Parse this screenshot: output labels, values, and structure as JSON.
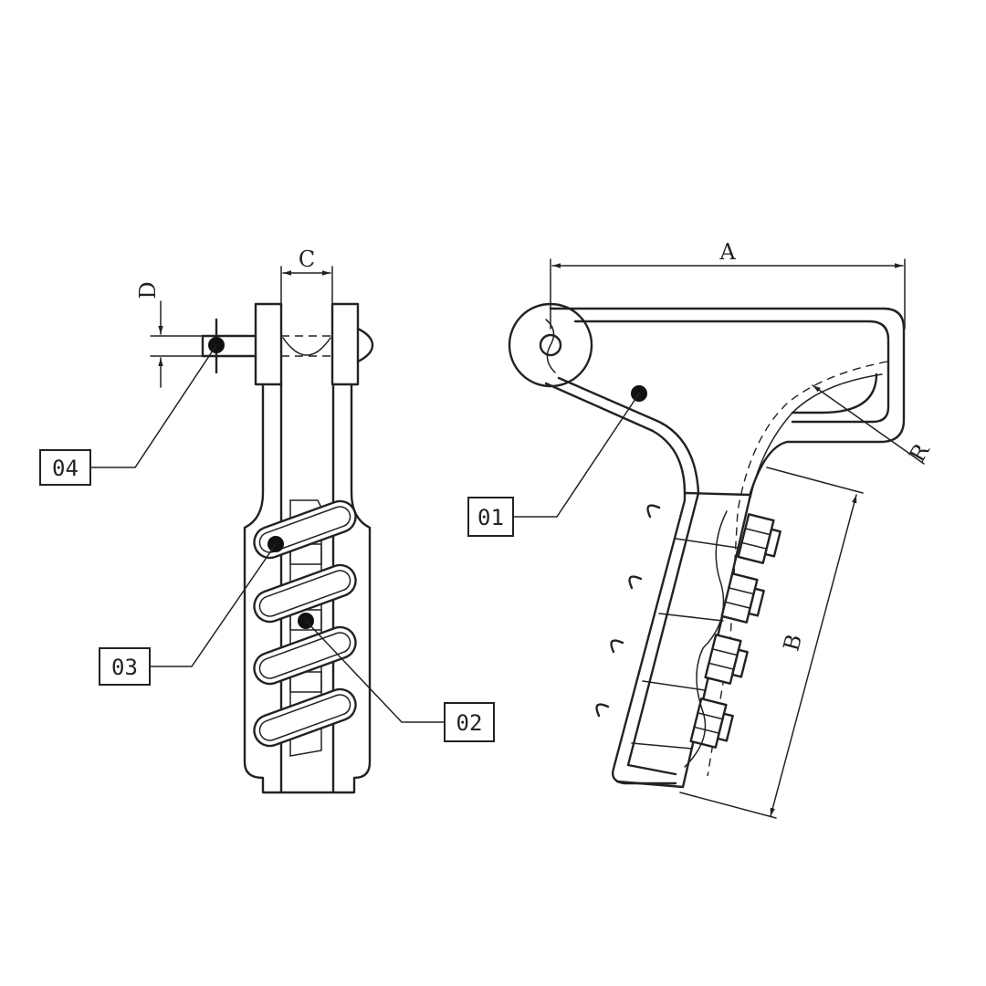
{
  "dimensions": {
    "a": "A",
    "b": "B",
    "c": "C",
    "d": "D",
    "r": "R"
  },
  "callouts": [
    {
      "label": "01"
    },
    {
      "label": "02"
    },
    {
      "label": "03"
    },
    {
      "label": "04"
    }
  ],
  "colors": {
    "line": "#222222",
    "background": "#ffffff"
  }
}
